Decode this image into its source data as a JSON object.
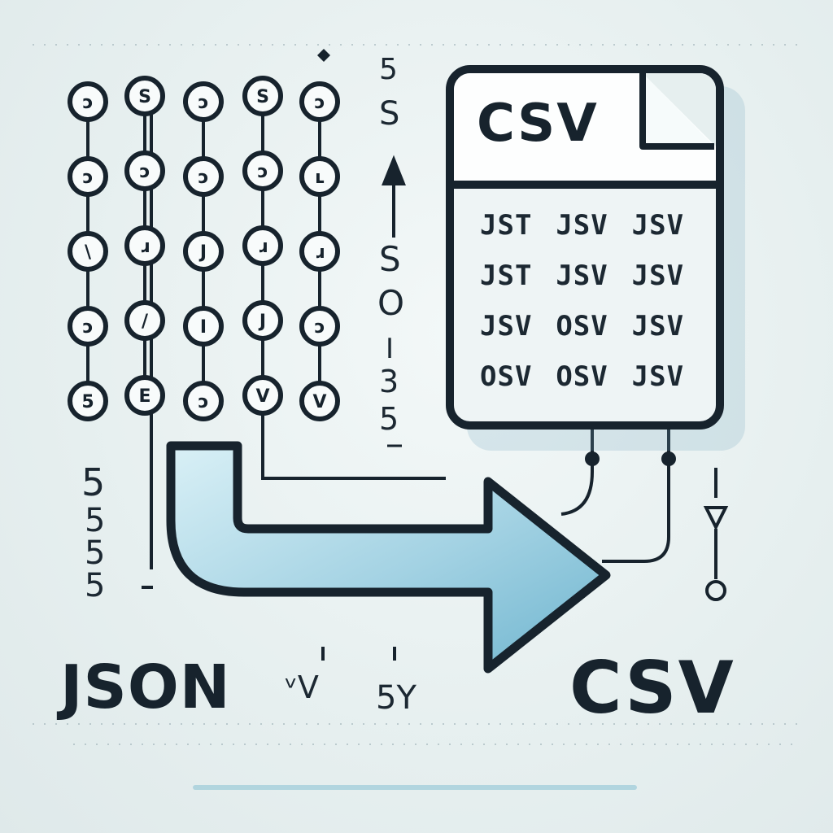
{
  "json_columns": [
    [
      "ɔ",
      "ɔ",
      "\\",
      "ɔ",
      "5"
    ],
    [
      "S",
      "ɔ",
      "ɹ",
      "/",
      "E"
    ],
    [
      "ɔ",
      "ɔ",
      "J",
      "I",
      "ɔ"
    ],
    [
      "S",
      "ɔ",
      "ɹ",
      "J",
      "V"
    ],
    [
      "ɔ",
      "ʟ",
      "ɹ",
      "ɔ",
      "V"
    ]
  ],
  "left_margin_glyphs": [
    "5",
    "5",
    "5",
    "5"
  ],
  "middle_glyphs": {
    "top": "5",
    "top2": "S",
    "lower": [
      "S",
      "O",
      "I",
      "3",
      "5"
    ]
  },
  "csv_file": {
    "title": "CSV",
    "rows": [
      [
        "JST",
        "JSV",
        "JSV"
      ],
      [
        "JST",
        "JSV",
        "JSV"
      ],
      [
        "JSV",
        "OSV",
        "JSV"
      ],
      [
        "OSV",
        "OSV",
        "JSV"
      ]
    ]
  },
  "labels": {
    "json": "JSON",
    "csv": "CSV",
    "tiny_a": "ᵛV",
    "tiny_b": "5Y"
  },
  "colors": {
    "ink": "#17232d",
    "arrow_fill": "#8fc7db",
    "arrow_light": "#d7eef5"
  }
}
